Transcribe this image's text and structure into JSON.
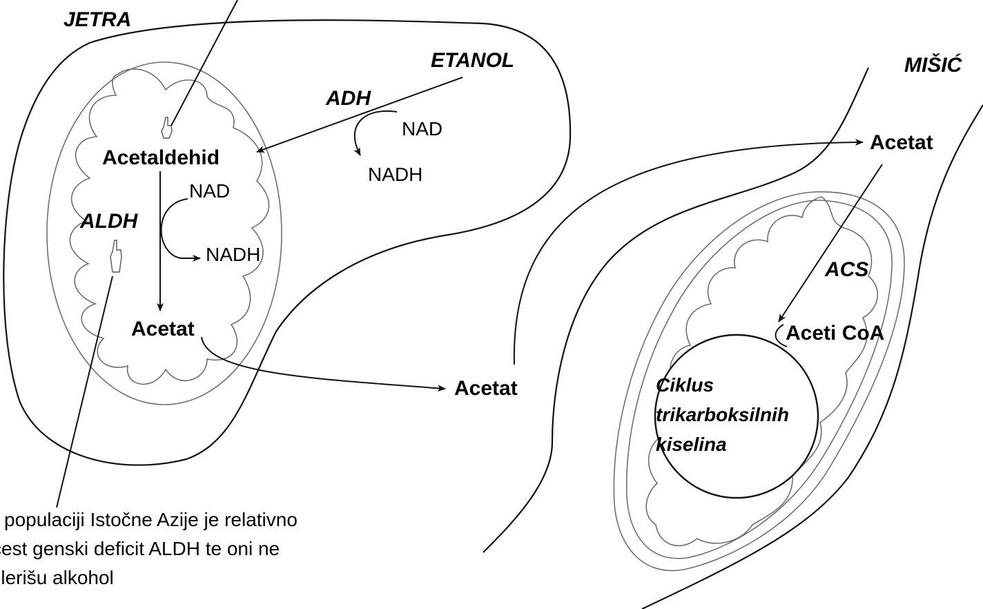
{
  "diagram": {
    "liver": {
      "title": "JETRA",
      "ethanol": "ETANOL",
      "adh": "ADH",
      "nad_1": "NAD",
      "nadh_1": "NADH",
      "acetaldehyde": "Acetaldehid",
      "aldh": "ALDH",
      "nad_2": "NAD",
      "nadh_2": "NADH",
      "acetate_inner": "Acetat"
    },
    "blood": {
      "acetate": "Acetat"
    },
    "muscle": {
      "title": "MIŠIĆ",
      "acetate": "Acetat",
      "acs": "ACS",
      "acetyl_coa": "Aceti CoA",
      "tca_cycle": [
        "Ciklus",
        "trikarboksilnih",
        "kiselina"
      ]
    },
    "note": [
      "U populaciji Istočne Azije je relativno",
      "čest genski deficit ALDH te oni ne",
      "tolerišu alkohol"
    ]
  }
}
